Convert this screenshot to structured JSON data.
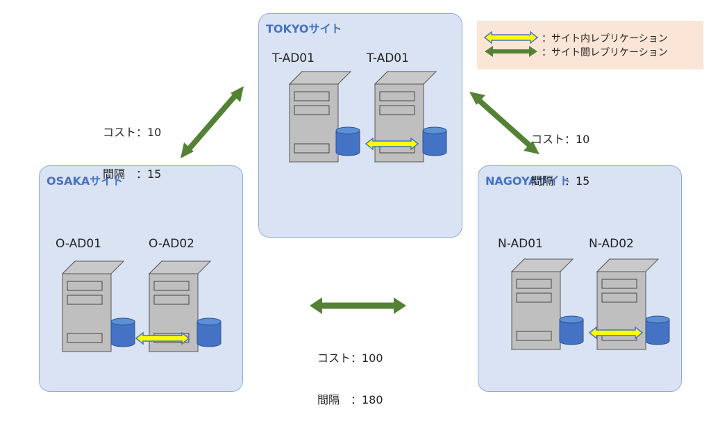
{
  "legend": {
    "intra_label": "：サイト内レプリケーション",
    "inter_label": "：サイト間レプリケーション"
  },
  "sites": {
    "tokyo": {
      "title": "TOKYOサイト",
      "server1": "T-AD01",
      "server2": "T-AD01"
    },
    "osaka": {
      "title": "OSAKAサイト",
      "server1": "O-AD01",
      "server2": "O-AD02"
    },
    "nagoya": {
      "title": "NAGOYAサイト",
      "server1": "N-AD01",
      "server2": "N-AD02"
    }
  },
  "links": {
    "osaka_tokyo": {
      "cost": "コスト：10",
      "interval": "間隔　：15"
    },
    "tokyo_nagoya": {
      "cost": "コスト：10",
      "interval": "間隔　：15"
    },
    "osaka_nagoya": {
      "cost": "コスト：100",
      "interval": "間隔　：180"
    }
  },
  "colors": {
    "intra_arrow": "#ffff00",
    "inter_arrow": "#548235",
    "site_fill": "#dae3f3",
    "site_title": "#4472c4",
    "legend_bg": "#fbe5d6"
  }
}
